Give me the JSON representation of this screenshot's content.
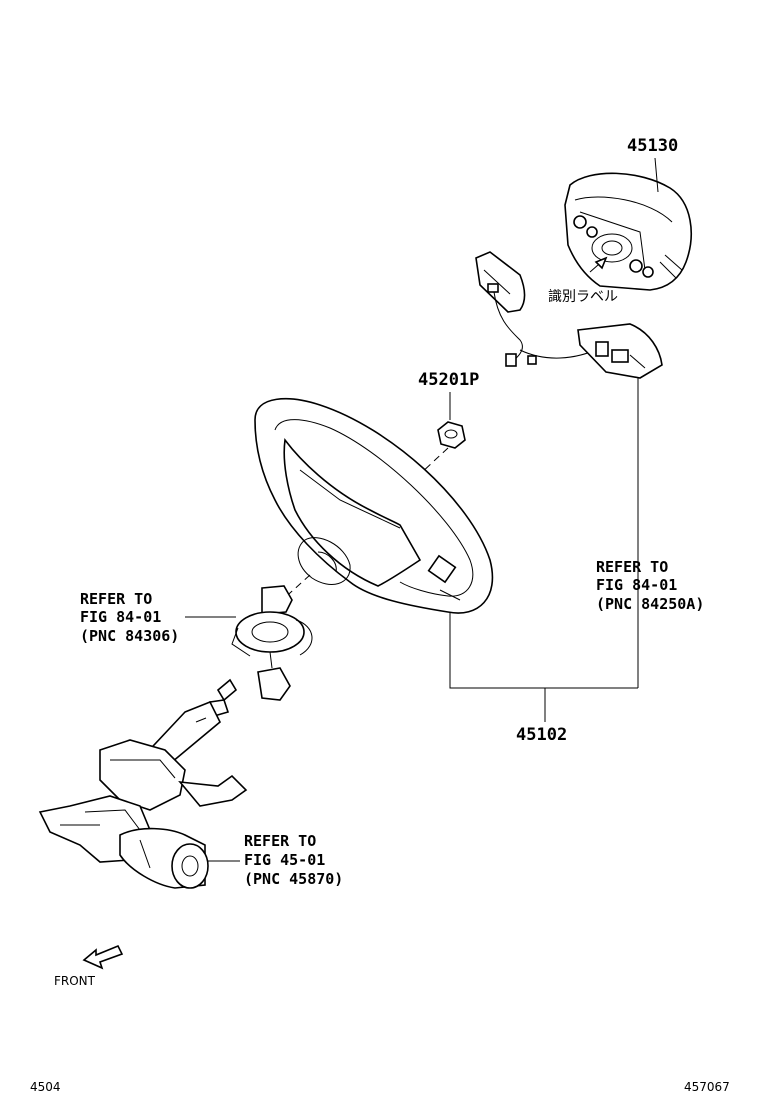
{
  "parts": {
    "p45130": "45130",
    "p45201p": "45201P",
    "p45102": "45102"
  },
  "label_jp": "識別ラベル",
  "refs": {
    "r84250a": {
      "line1": "REFER TO",
      "line2": "FIG 84-01",
      "line3": "(PNC 84250A)"
    },
    "r84306": {
      "line1": "REFER TO",
      "line2": "FIG 84-01",
      "line3": "(PNC 84306)"
    },
    "r45870": {
      "line1": "REFER TO",
      "line2": "FIG 45-01",
      "line3": "(PNC 45870)"
    }
  },
  "front_label": "FRONT",
  "footer": {
    "left": "4504",
    "right": "457067"
  },
  "colors": {
    "line": "#000000",
    "background": "#ffffff"
  }
}
